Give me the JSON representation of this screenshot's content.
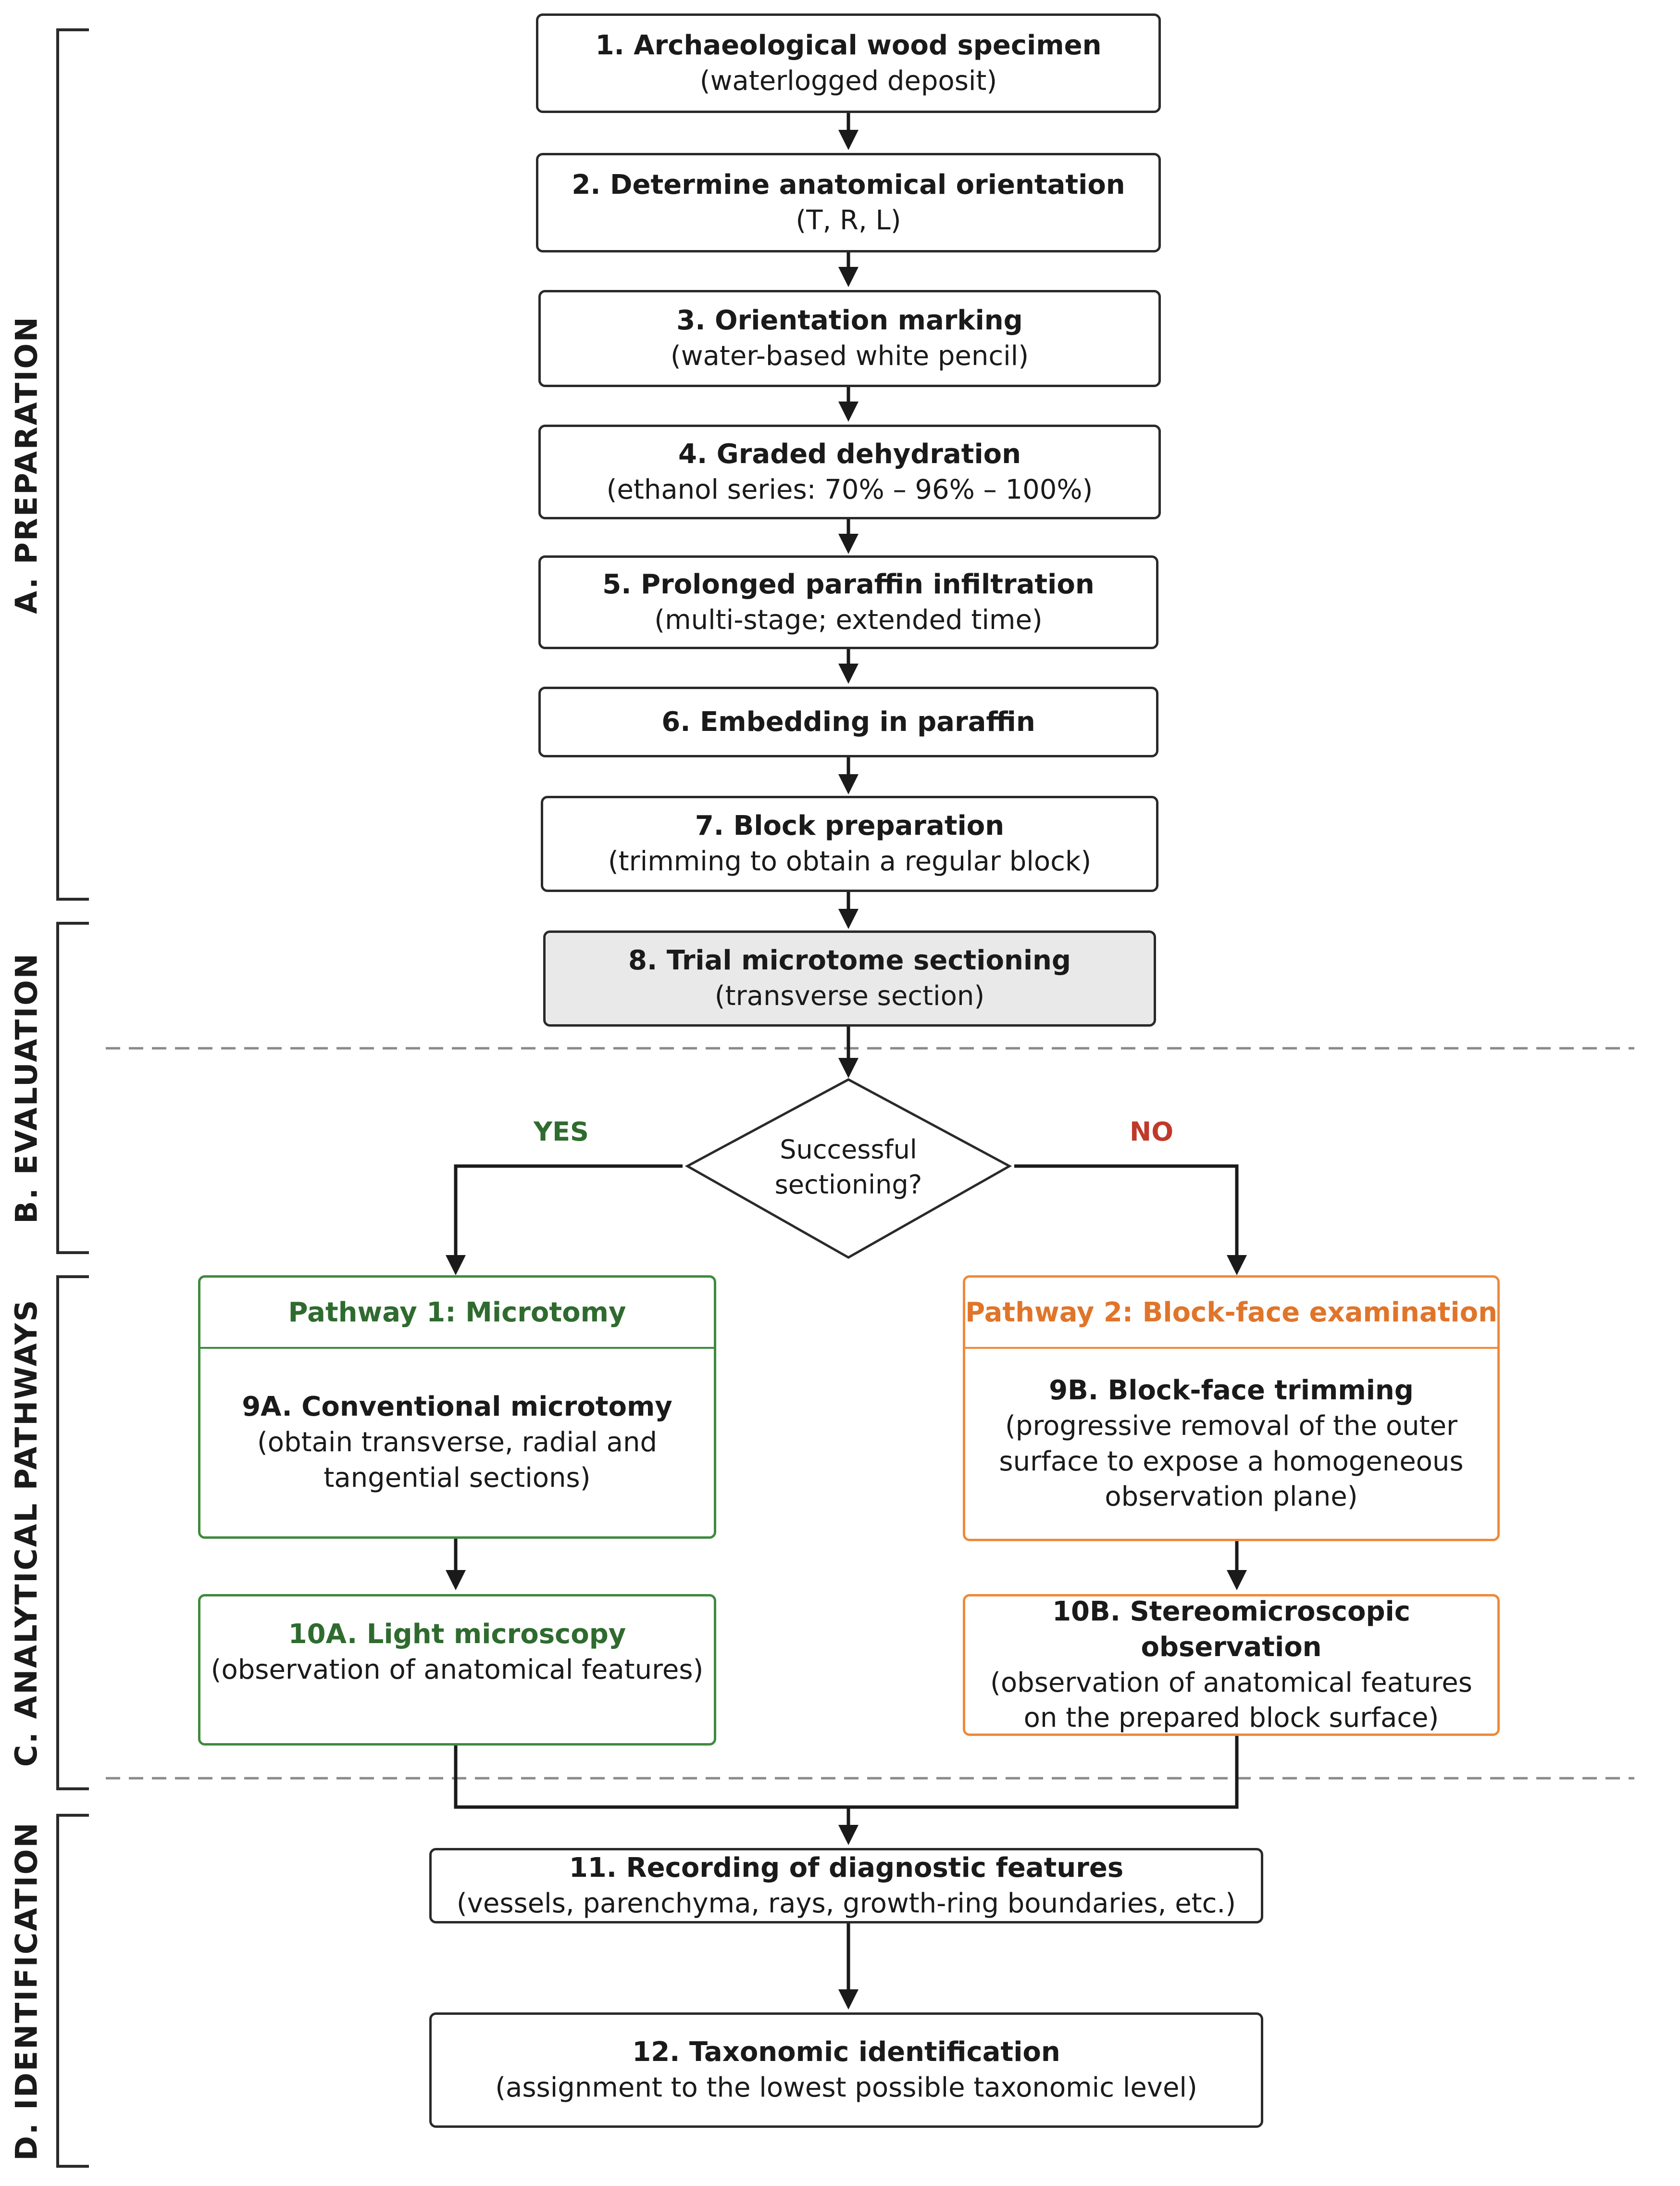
{
  "sections": {
    "a": "A. PREPARATION",
    "b": "B. EVALUATION",
    "c": "C. ANALYTICAL PATHWAYS",
    "d": "D. IDENTIFICATION"
  },
  "steps": {
    "s1": {
      "title": "1. Archaeological wood specimen",
      "sub": "(waterlogged deposit)"
    },
    "s2": {
      "title": "2. Determine anatomical orientation",
      "sub": "(T, R, L)"
    },
    "s3": {
      "title": "3. Orientation marking",
      "sub": "(water-based white pencil)"
    },
    "s4": {
      "title": "4. Graded dehydration",
      "sub": "(ethanol series: 70% – 96% – 100%)"
    },
    "s5": {
      "title": "5. Prolonged paraffin infiltration",
      "sub": "(multi-stage; extended time)"
    },
    "s6": {
      "title": "6. Embedding in paraffin"
    },
    "s7": {
      "title": "7. Block preparation",
      "sub": "(trimming to obtain a regular block)"
    },
    "s8": {
      "title": "8. Trial microtome sectioning",
      "sub": "(transverse section)"
    }
  },
  "decision": {
    "line1": "Successful",
    "line2": "sectioning?",
    "yes": "YES",
    "no": "NO"
  },
  "pathway1": {
    "header": "Pathway 1: Microtomy",
    "s9a": {
      "title": "9A. Conventional microtomy",
      "sub1": "(obtain transverse, radial and",
      "sub2": "tangential sections)"
    },
    "s10a": {
      "title": "10A. Light microscopy",
      "sub": "(observation of anatomical features)"
    }
  },
  "pathway2": {
    "header": "Pathway 2: Block-face examination",
    "s9b": {
      "title": "9B. Block-face trimming",
      "sub1": "(progressive removal of the outer",
      "sub2": "surface to expose a homogeneous",
      "sub3": "observation plane)"
    },
    "s10b": {
      "title": "10B. Stereomicroscopic observation",
      "sub1": "(observation of anatomical features",
      "sub2": "on the prepared block surface)"
    }
  },
  "identification": {
    "s11": {
      "title": "11. Recording of diagnostic features",
      "sub": "(vessels, parenchyma, rays, growth-ring boundaries, etc.)"
    },
    "s12": {
      "title": "12. Taxonomic identification",
      "sub": "(assignment to the lowest possible taxonomic level)"
    }
  },
  "colors": {
    "green": "#3f8a3f",
    "orange": "#ee8a3a",
    "no_label": "#c0392b",
    "yes_label": "#2f6b2f",
    "shade": "#e9e9e9"
  }
}
